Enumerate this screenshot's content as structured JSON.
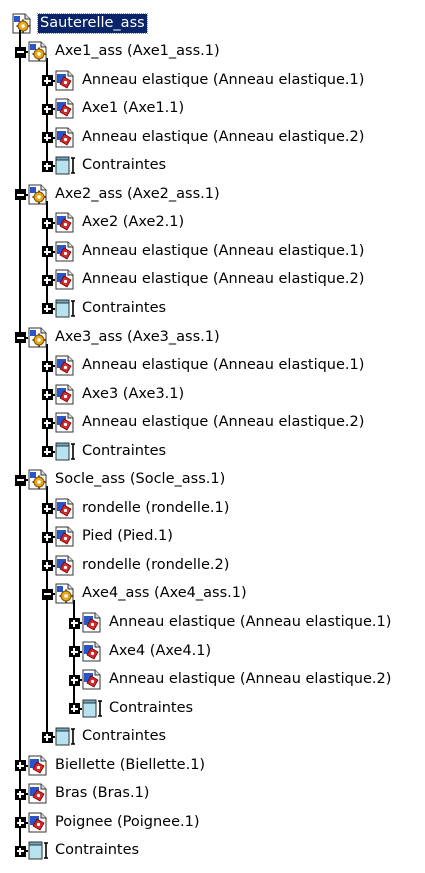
{
  "tree": {
    "root": {
      "label": "Sauterelle_ass",
      "icon": "product-icon",
      "selected": true
    },
    "nodes": [
      {
        "depth": 1,
        "label": "Axe1_ass (Axe1_ass.1)",
        "icon": "product-icon",
        "state": "expanded",
        "last": false
      },
      {
        "depth": 2,
        "label": "Anneau elastique (Anneau elastique.1)",
        "icon": "part-icon",
        "state": "collapsed",
        "last": false
      },
      {
        "depth": 2,
        "label": "Axe1 (Axe1.1)",
        "icon": "part-icon",
        "state": "collapsed",
        "last": false
      },
      {
        "depth": 2,
        "label": "Anneau elastique (Anneau elastique.2)",
        "icon": "part-icon",
        "state": "collapsed",
        "last": false
      },
      {
        "depth": 2,
        "label": "Contraintes",
        "icon": "constraints-icon",
        "state": "collapsed",
        "last": true
      },
      {
        "depth": 1,
        "label": "Axe2_ass (Axe2_ass.1)",
        "icon": "product-icon",
        "state": "expanded",
        "last": false
      },
      {
        "depth": 2,
        "label": "Axe2 (Axe2.1)",
        "icon": "part-icon",
        "state": "collapsed",
        "last": false
      },
      {
        "depth": 2,
        "label": "Anneau elastique (Anneau elastique.1)",
        "icon": "part-icon",
        "state": "collapsed",
        "last": false
      },
      {
        "depth": 2,
        "label": "Anneau elastique (Anneau elastique.2)",
        "icon": "part-icon",
        "state": "collapsed",
        "last": false
      },
      {
        "depth": 2,
        "label": "Contraintes",
        "icon": "constraints-icon",
        "state": "collapsed",
        "last": true
      },
      {
        "depth": 1,
        "label": "Axe3_ass (Axe3_ass.1)",
        "icon": "product-icon",
        "state": "expanded",
        "last": false
      },
      {
        "depth": 2,
        "label": "Anneau elastique (Anneau elastique.1)",
        "icon": "part-icon",
        "state": "collapsed",
        "last": false
      },
      {
        "depth": 2,
        "label": "Axe3 (Axe3.1)",
        "icon": "part-icon",
        "state": "collapsed",
        "last": false
      },
      {
        "depth": 2,
        "label": "Anneau elastique (Anneau elastique.2)",
        "icon": "part-icon",
        "state": "collapsed",
        "last": false
      },
      {
        "depth": 2,
        "label": "Contraintes",
        "icon": "constraints-icon",
        "state": "collapsed",
        "last": true
      },
      {
        "depth": 1,
        "label": "Socle_ass (Socle_ass.1)",
        "icon": "product-icon",
        "state": "expanded",
        "last": false
      },
      {
        "depth": 2,
        "label": "rondelle (rondelle.1)",
        "icon": "part-icon",
        "state": "collapsed",
        "last": false
      },
      {
        "depth": 2,
        "label": "Pied (Pied.1)",
        "icon": "part-icon",
        "state": "collapsed",
        "last": false
      },
      {
        "depth": 2,
        "label": "rondelle (rondelle.2)",
        "icon": "part-icon",
        "state": "collapsed",
        "last": false
      },
      {
        "depth": 2,
        "label": "Axe4_ass (Axe4_ass.1)",
        "icon": "product-icon",
        "state": "expanded",
        "last": false
      },
      {
        "depth": 3,
        "label": "Anneau elastique (Anneau elastique.1)",
        "icon": "part-icon",
        "state": "collapsed",
        "last": false
      },
      {
        "depth": 3,
        "label": "Axe4 (Axe4.1)",
        "icon": "part-icon",
        "state": "collapsed",
        "last": false
      },
      {
        "depth": 3,
        "label": "Anneau elastique (Anneau elastique.2)",
        "icon": "part-icon",
        "state": "collapsed",
        "last": false
      },
      {
        "depth": 3,
        "label": "Contraintes",
        "icon": "constraints-icon",
        "state": "collapsed",
        "last": true
      },
      {
        "depth": 2,
        "label": "Contraintes",
        "icon": "constraints-icon",
        "state": "collapsed",
        "last": true
      },
      {
        "depth": 1,
        "label": "Biellette (Biellette.1)",
        "icon": "part-icon",
        "state": "collapsed",
        "last": false
      },
      {
        "depth": 1,
        "label": "Bras (Bras.1)",
        "icon": "part-icon",
        "state": "collapsed",
        "last": false
      },
      {
        "depth": 1,
        "label": "Poignee (Poignee.1)",
        "icon": "part-icon",
        "state": "collapsed",
        "last": false
      },
      {
        "depth": 1,
        "label": "Contraintes",
        "icon": "constraints-icon",
        "state": "collapsed",
        "last": true
      }
    ]
  },
  "colors": {
    "selection": "#0a246a",
    "selection_text": "#ffffff",
    "product_gear": "#e8a81c",
    "part_blue": "#2a55c8",
    "part_red": "#d22b2b",
    "constraints_fill": "#b7e3f0"
  }
}
